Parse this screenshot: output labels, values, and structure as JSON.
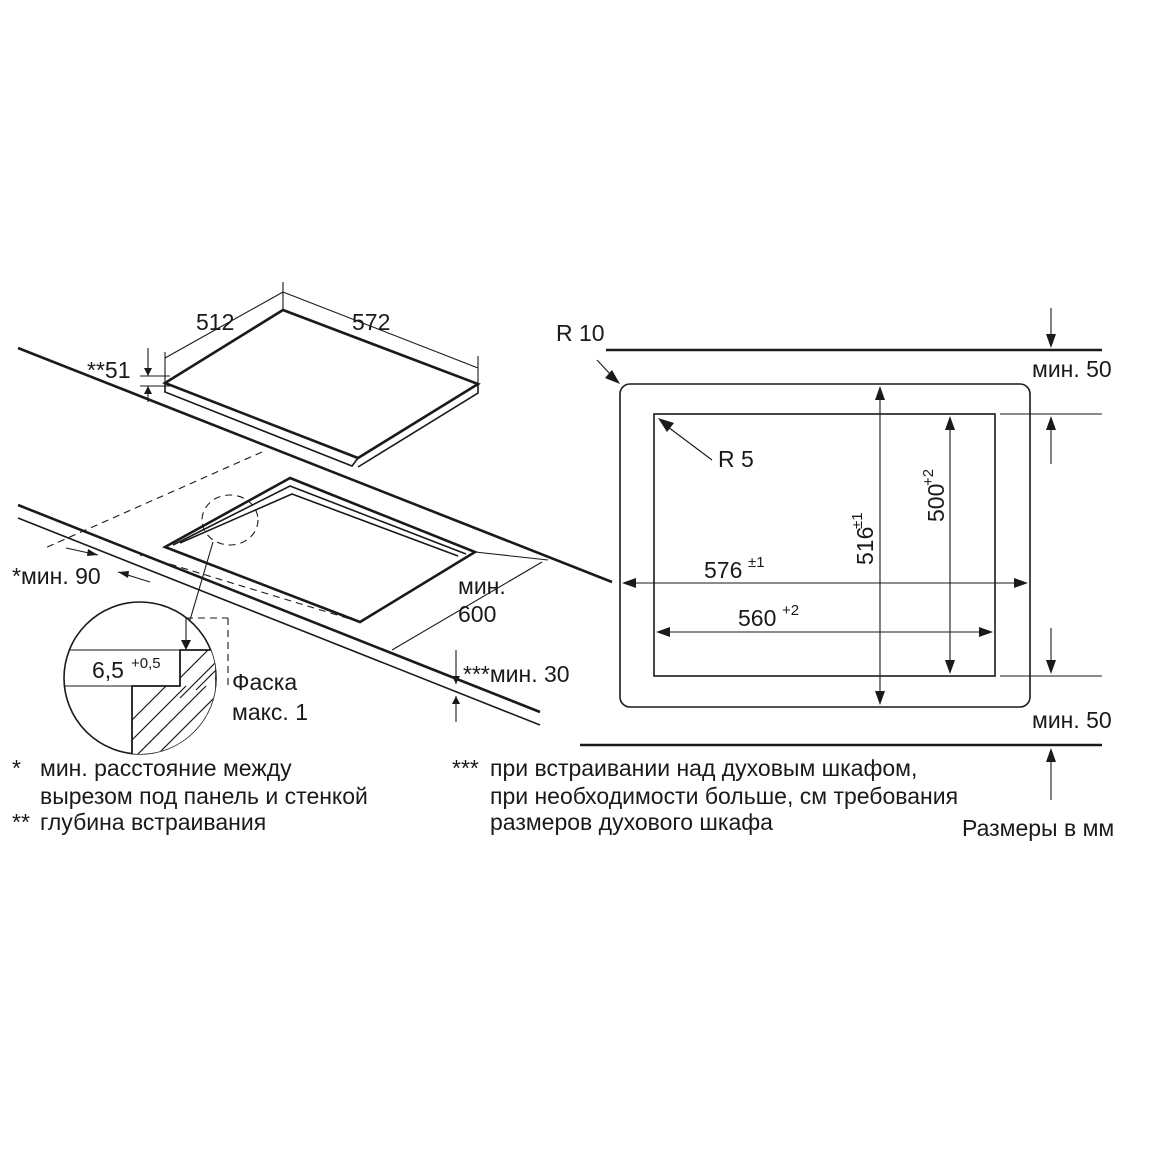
{
  "left": {
    "dim_depth": "512",
    "dim_width": "572",
    "dim_height": "**51",
    "dim_wall": "*мин. 90",
    "dim_front_label": "мин.",
    "dim_front_value": "600",
    "dim_oven": "***мин. 30",
    "detail_depth": "6,5",
    "detail_tol": "+0,5",
    "chamfer_line1": "Фаска",
    "chamfer_line2": "макс. 1"
  },
  "right": {
    "outer_radius": "R 10",
    "inner_radius": "R 5",
    "min_top": "мин. 50",
    "min_bottom": "мин. 50",
    "width_outer": "576",
    "width_outer_tol": "±1",
    "width_inner": "560",
    "width_inner_tol": "+2",
    "height_outer": "516",
    "height_outer_tol": "±1",
    "height_inner": "500",
    "height_inner_tol": "+2"
  },
  "notes": {
    "n1_mark": "*",
    "n1_line1": "мин. расстояние между",
    "n1_line2": "вырезом под панель и стенкой",
    "n2_mark": "**",
    "n2_line1": "глубина встраивания",
    "n3_mark": "***",
    "n3_line1": "при встраивании над духовым шкафом,",
    "n3_line2": "при необходимости больше, см требования",
    "n3_line3": "размеров духового шкафа",
    "units": "Размеры в мм"
  }
}
